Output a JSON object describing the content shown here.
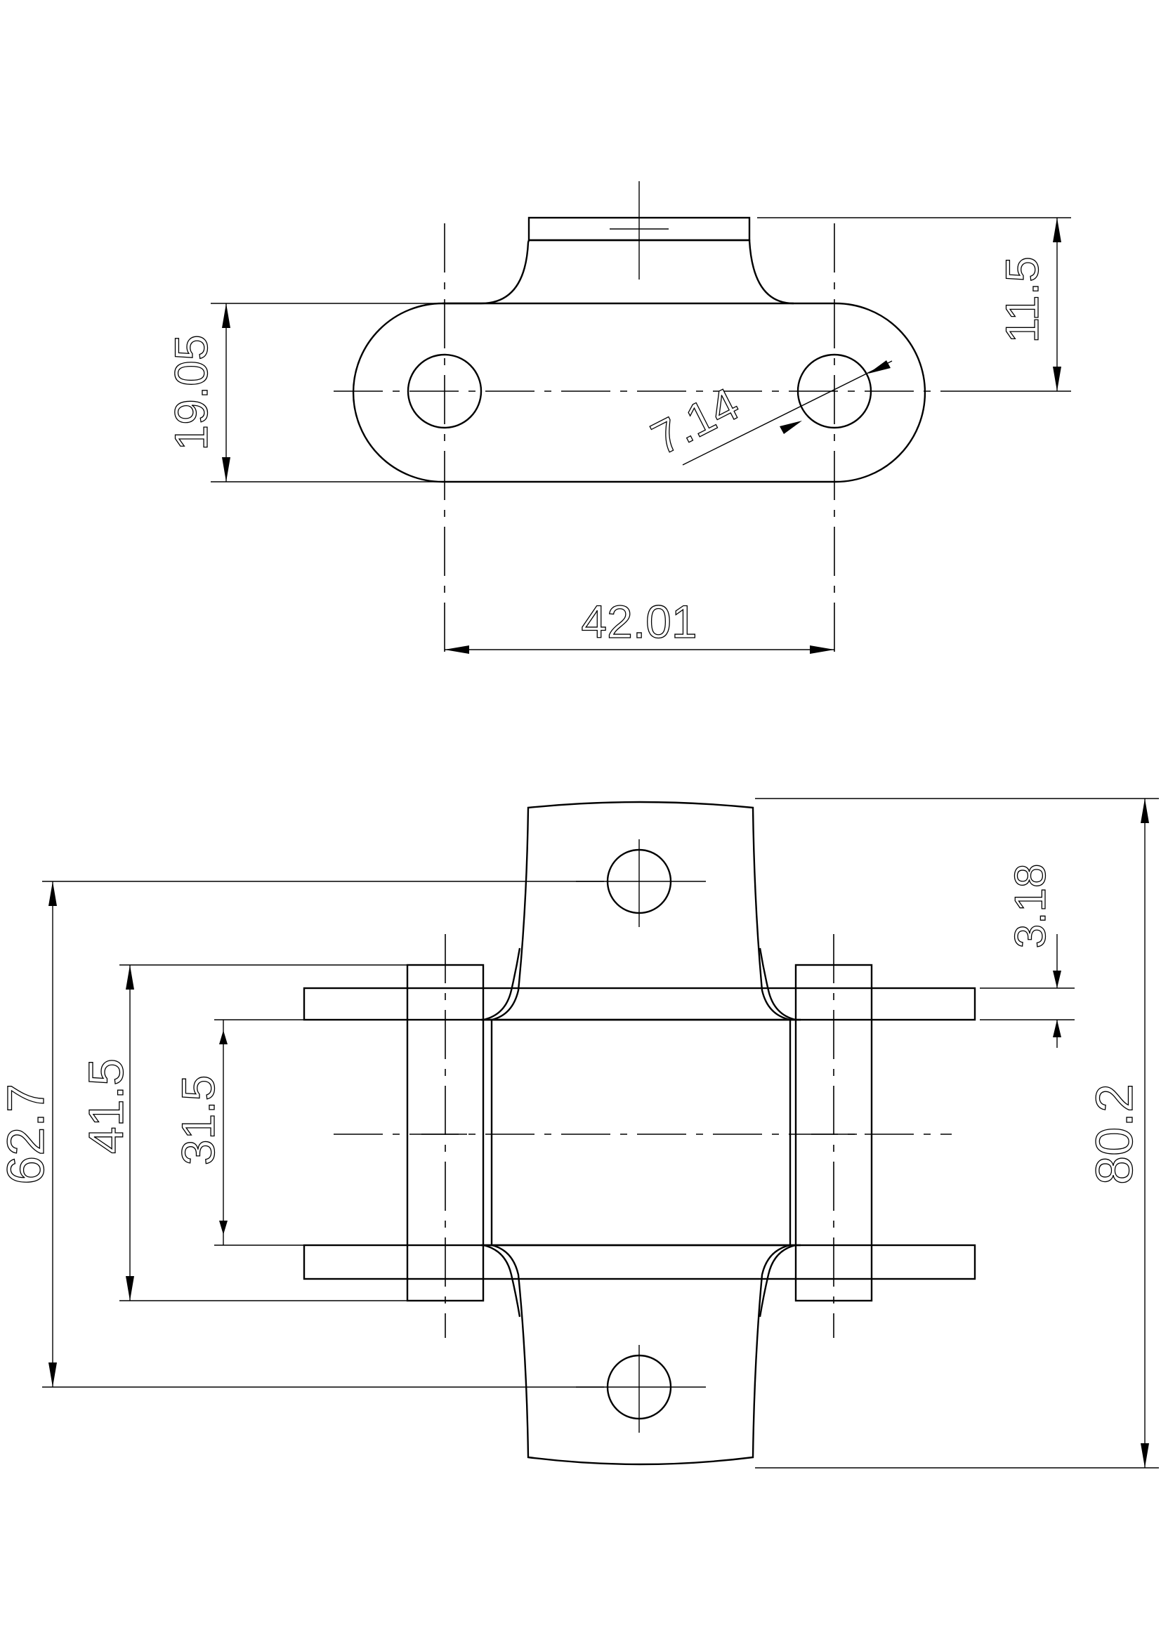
{
  "top_view": {
    "dim_pitch": "42.01",
    "dim_height": "19.05",
    "dim_hole": "7.14",
    "dim_tab": "11.5"
  },
  "bottom_view": {
    "dim_hole_spacing": "62.7",
    "dim_outer_width": "41.5",
    "dim_inner_width": "31.5",
    "dim_plate_thickness": "3.18",
    "dim_overall_length": "80.2"
  }
}
